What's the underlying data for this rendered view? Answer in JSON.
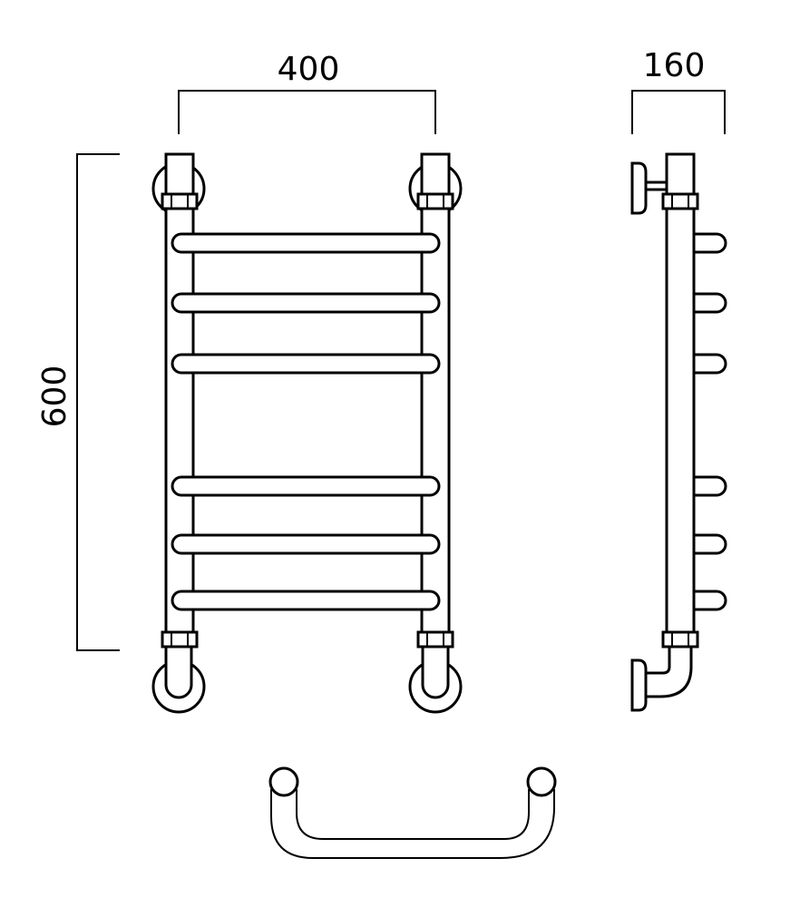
{
  "dimensions": {
    "width": "400",
    "height": "600",
    "depth": "160"
  },
  "rails": {
    "count": 6
  },
  "colors": {
    "line": "#000000",
    "background": "#ffffff"
  }
}
